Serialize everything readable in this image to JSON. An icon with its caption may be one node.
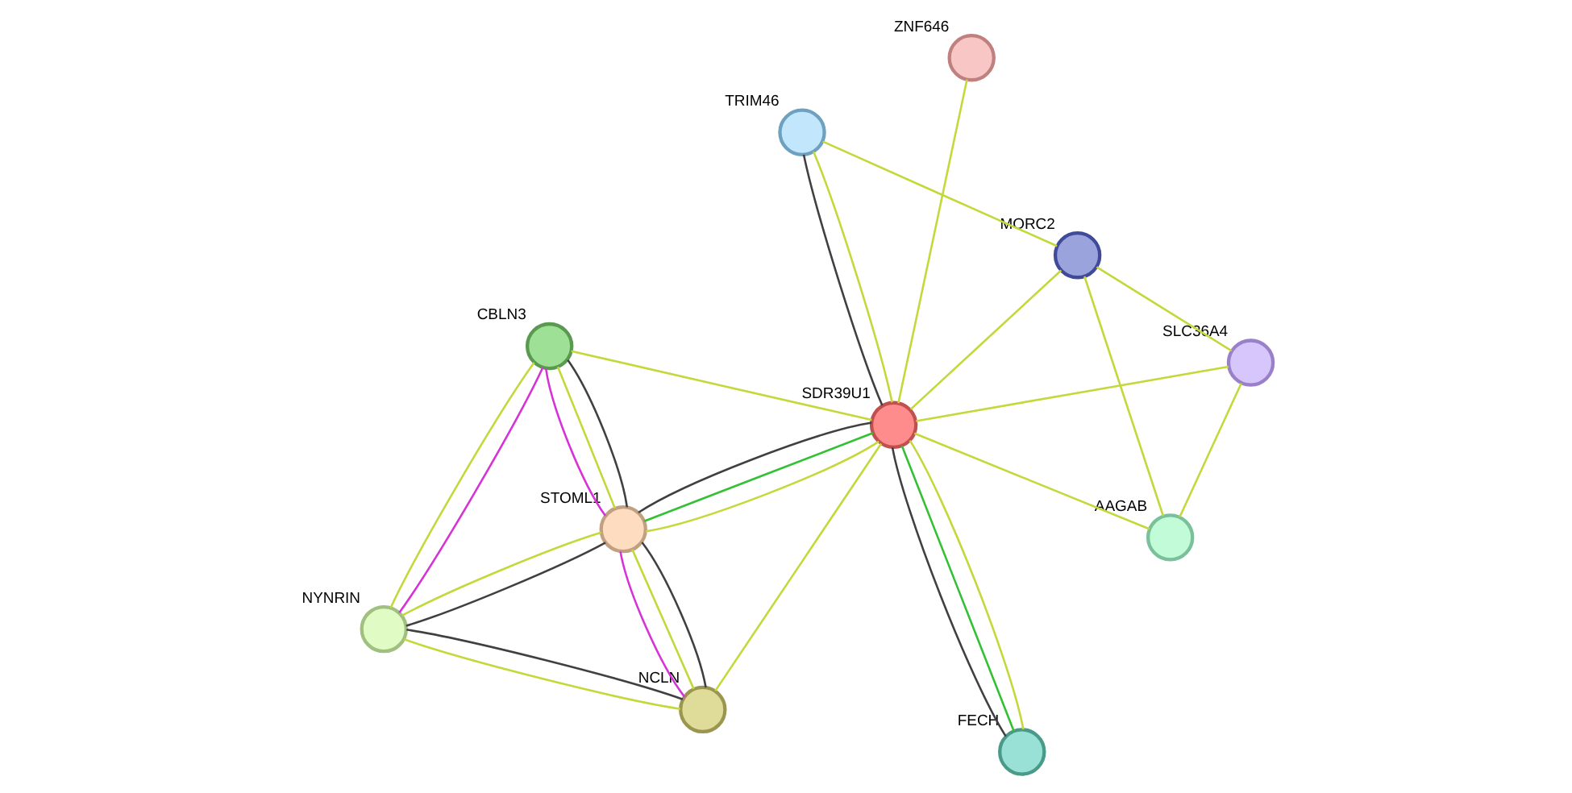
{
  "diagram": {
    "nodes": [
      {
        "text": [
          "SDR39U1"
        ]
      },
      {
        "text": [
          "ZNF646"
        ]
      },
      {
        "text": [
          "FECH"
        ]
      },
      {
        "text": [
          "TRIM46"
        ]
      },
      {
        "text": [
          "MORC2"
        ]
      },
      {
        "text": [
          "CBLN3"
        ]
      },
      {
        "text": [
          "STOML1"
        ]
      },
      {
        "text": [
          "NYNRIN"
        ]
      },
      {
        "text": [
          "NCLN"
        ]
      },
      {
        "text": [
          "AAGAB"
        ]
      },
      {
        "text": [
          "SLC36A4"
        ]
      }
    ],
    "edges": [
      {
        "from": 0,
        "to": 1,
        "arrow": "none"
      },
      {
        "from": 0,
        "to": 2,
        "arrow": "none"
      },
      {
        "from": 0,
        "to": 2,
        "arrow": "none",
        "color": "#404040"
      },
      {
        "from": 0,
        "to": 2,
        "arrow": "none",
        "color": "#33c033"
      },
      {
        "from": 0,
        "to": 3,
        "arrow": "none",
        "color": "#404040"
      },
      {
        "from": 0,
        "to": 3,
        "arrow": "none"
      },
      {
        "from": 0,
        "to": 4,
        "arrow": "none"
      },
      {
        "from": 0,
        "to": 5,
        "arrow": "none"
      },
      {
        "from": 0,
        "to": 6,
        "arrow": "none"
      },
      {
        "from": 0,
        "to": 6,
        "arrow": "none",
        "color": "#404040"
      },
      {
        "from": 0,
        "to": 6,
        "arrow": "none",
        "color": "#33c033"
      },
      {
        "from": 0,
        "to": 8,
        "arrow": "none"
      },
      {
        "from": 0,
        "to": 10,
        "arrow": "none"
      },
      {
        "from": 0,
        "to": 9,
        "arrow": "none"
      },
      {
        "from": 3,
        "to": 4,
        "arrow": "none"
      },
      {
        "from": 4,
        "to": 10,
        "arrow": "none"
      },
      {
        "from": 4,
        "to": 9,
        "arrow": "none"
      },
      {
        "from": 10,
        "to": 9,
        "arrow": "none"
      },
      {
        "from": 5,
        "to": 6,
        "arrow": "none",
        "color": "#404040"
      },
      {
        "from": 5,
        "to": 6,
        "arrow": "none",
        "color": "#d633d6"
      },
      {
        "from": 5,
        "to": 6,
        "arrow": "none"
      },
      {
        "from": 5,
        "to": 7,
        "arrow": "none",
        "color": "#d633d6"
      },
      {
        "from": 5,
        "to": 7,
        "arrow": "none"
      },
      {
        "from": 6,
        "to": 7,
        "arrow": "none",
        "color": "#404040"
      },
      {
        "from": 6,
        "to": 7,
        "arrow": "none"
      },
      {
        "from": 6,
        "to": 8,
        "arrow": "none",
        "color": "#404040"
      },
      {
        "from": 6,
        "to": 8,
        "arrow": "none",
        "color": "#d633d6"
      },
      {
        "from": 6,
        "to": 8,
        "arrow": "none"
      },
      {
        "from": 7,
        "to": 8,
        "arrow": "none",
        "color": "#404040"
      },
      {
        "from": 7,
        "to": 8,
        "arrow": "none"
      }
    ]
  }
}
